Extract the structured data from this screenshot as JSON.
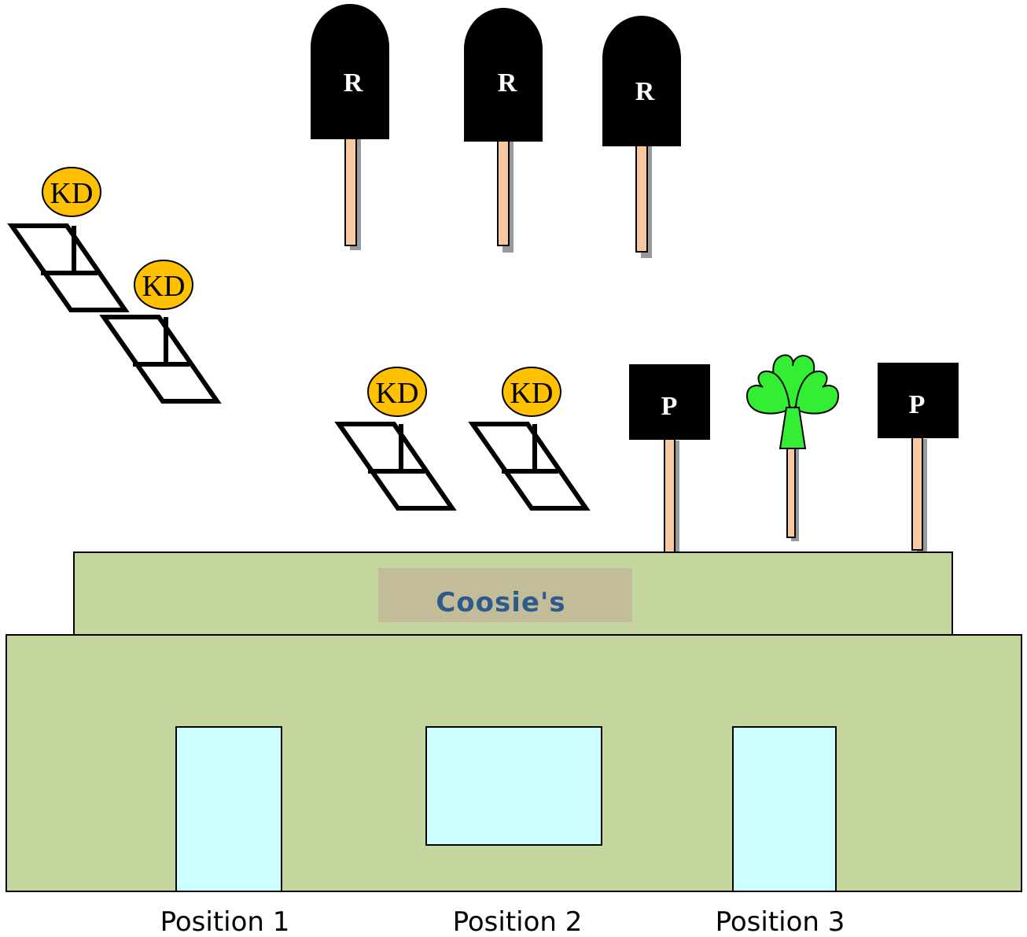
{
  "store": {
    "name": "Coosie's"
  },
  "signs": {
    "r_label": "R",
    "p_label": "P",
    "kd_label": "KD"
  },
  "positions": [
    "Position 1",
    "Position 2",
    "Position 3"
  ],
  "colors": {
    "building": "#c5d69f",
    "store_sign_bg": "#c2bc98",
    "store_sign_text": "#2e5a8c",
    "window": "#ccffff",
    "kd_disc": "#ffc000",
    "shamrock": "#33ee33",
    "post": "#f8c8a0",
    "sign_black": "#000000"
  }
}
